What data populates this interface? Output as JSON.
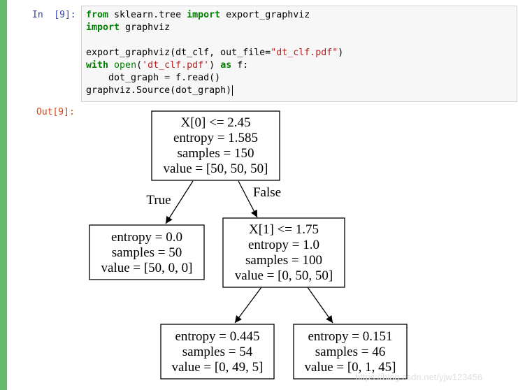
{
  "cell": {
    "in_prompt": "In  [9]:",
    "out_prompt": "Out[9]:",
    "code": {
      "line1": {
        "kw1": "from",
        "mod": " sklearn.tree ",
        "kw2": "import",
        "rest": " export_graphviz"
      },
      "line2": {
        "kw1": "import",
        "rest": " graphviz"
      },
      "line4": {
        "pre": "export_graphviz(dt_clf, out_file=",
        "str": "\"dt_clf.pdf\"",
        "post": ")"
      },
      "line5": {
        "kw1": "with",
        "sp1": " ",
        "fn": "open",
        "p1": "(",
        "str": "'dt_clf.pdf'",
        "p2": ") ",
        "kw2": "as",
        "rest": " f:"
      },
      "line6": {
        "pre": "    dot_graph ",
        "op": "=",
        "rest": " f.read()"
      },
      "line7": {
        "text": "graphviz.Source(dot_graph)"
      }
    }
  },
  "tree": {
    "root": [
      "X[0] <= 2.45",
      "entropy = 1.585",
      "samples = 150",
      "value = [50, 50, 50]"
    ],
    "left": [
      "entropy = 0.0",
      "samples = 50",
      "value = [50, 0, 0]"
    ],
    "right": [
      "X[1] <= 1.75",
      "entropy = 1.0",
      "samples = 100",
      "value = [0, 50, 50]"
    ],
    "right_left": [
      "entropy = 0.445",
      "samples = 54",
      "value = [0, 49, 5]"
    ],
    "right_right": [
      "entropy = 0.151",
      "samples = 46",
      "value = [0, 1, 45]"
    ],
    "edge_true": "True",
    "edge_false": "False"
  },
  "watermark": "https://blog.csdn.net/yjw123456",
  "colors": {
    "cell_border": "#66bb6a",
    "in_prompt": "#303f9f",
    "out_prompt": "#d84315",
    "keyword": "#008000",
    "string": "#ba2121"
  }
}
